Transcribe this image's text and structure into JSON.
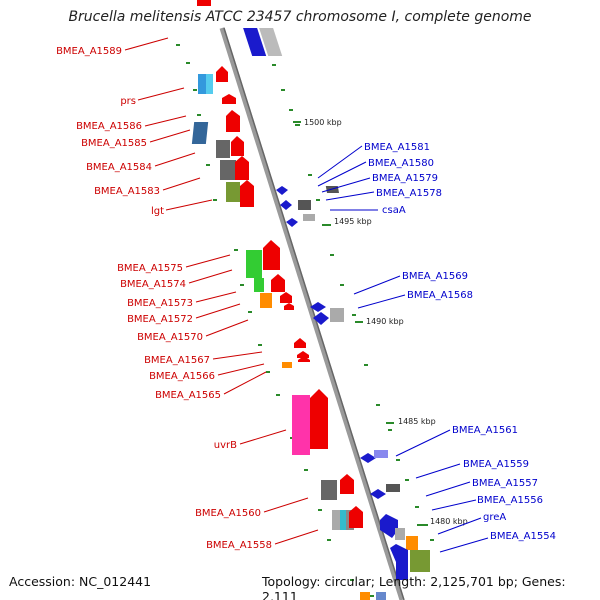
{
  "title": "Brucella melitensis ATCC 23457 chromosome I, complete genome",
  "accession": "Accession: NC_012441",
  "topology": "Topology: circular; Length: 2,125,701 bp; Genes: 2,111",
  "ticks": [
    "1500 kbp",
    "1495 kbp",
    "1490 kbp",
    "1485 kbp",
    "1480 kbp"
  ],
  "left_labels": [
    "BMEA_A1589",
    "prs",
    "BMEA_A1586",
    "BMEA_A1585",
    "BMEA_A1584",
    "BMEA_A1583",
    "lgt",
    "BMEA_A1575",
    "BMEA_A1574",
    "BMEA_A1573",
    "BMEA_A1572",
    "BMEA_A1570",
    "BMEA_A1567",
    "BMEA_A1566",
    "BMEA_A1565",
    "uvrB",
    "BMEA_A1560",
    "BMEA_A1558"
  ],
  "right_labels": [
    "BMEA_A1581",
    "BMEA_A1580",
    "BMEA_A1579",
    "BMEA_A1578",
    "csaA",
    "BMEA_A1569",
    "BMEA_A1568",
    "BMEA_A1561",
    "BMEA_A1559",
    "BMEA_A1557",
    "BMEA_A1556",
    "greA",
    "BMEA_A1554"
  ],
  "colors": {
    "left_label": "#cc0000",
    "right_label": "#0000cc",
    "backbone": "#888888",
    "dot": "#2a8a2a"
  }
}
